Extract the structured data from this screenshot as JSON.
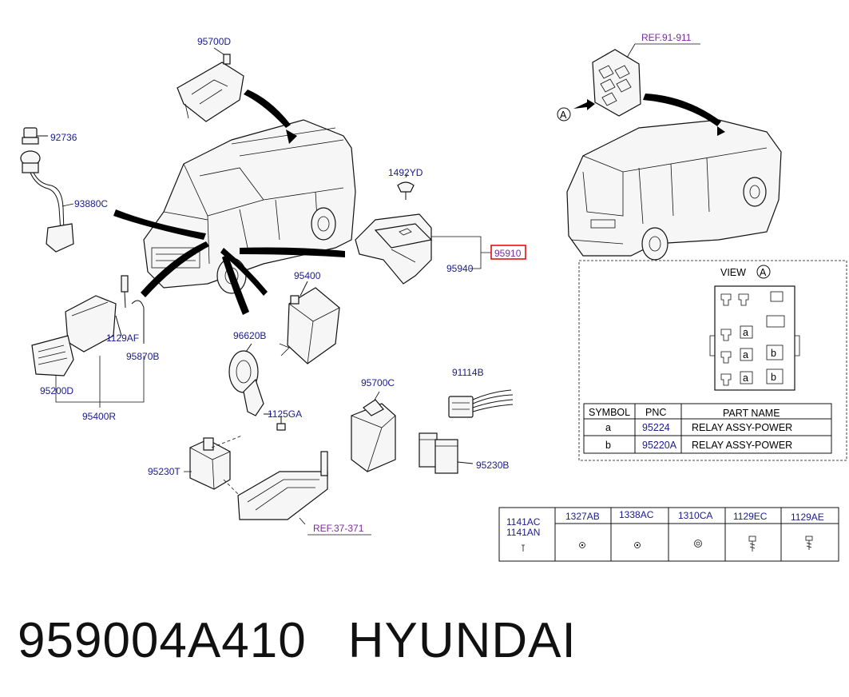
{
  "callouts": {
    "p95700D": "95700D",
    "p92736": "92736",
    "p93880C": "93880C",
    "p1129AF": "1129AF",
    "p95870B": "95870B",
    "p95200D": "95200D",
    "p95400R": "95400R",
    "p95400": "95400",
    "p96620B": "96620B",
    "p1125GA": "1125GA",
    "p95230T": "95230T",
    "p1492YD": "1492YD",
    "p95910": "95910",
    "p95940": "95940",
    "p95700C": "95700C",
    "p91114B": "91114B",
    "p95230B": "95230B",
    "ref91911": "REF.91-911",
    "ref37371": "REF.37-371",
    "viewMarkA": "A"
  },
  "view": {
    "title": "VIEW",
    "circle": "A",
    "mark_a": "a",
    "mark_b": "b"
  },
  "symbol_table": {
    "headers": [
      "SYMBOL",
      "PNC",
      "PART NAME"
    ],
    "rows": [
      {
        "symbol": "a",
        "pnc": "95224",
        "name": "RELAY ASSY-POWER"
      },
      {
        "symbol": "b",
        "pnc": "95220A",
        "name": "RELAY ASSY-POWER"
      }
    ]
  },
  "fastener_table": {
    "col1_line1": "1141AC",
    "col1_line2": "1141AN",
    "headers": [
      "1327AB",
      "1338AC",
      "1310CA",
      "1129EC",
      "1129AE"
    ]
  },
  "footer": {
    "part_number": "959004A410",
    "brand": "HYUNDAI"
  }
}
